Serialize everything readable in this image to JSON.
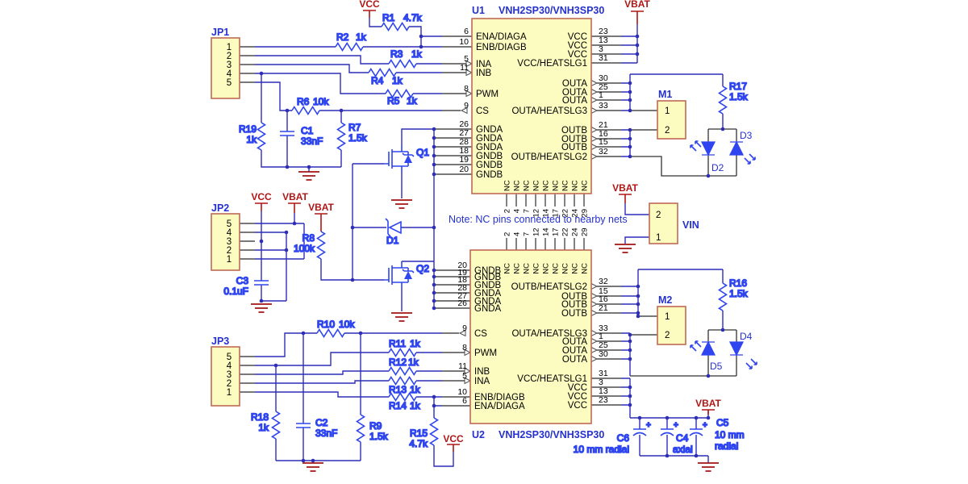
{
  "note": "Note: NC pins connected to nearby nets",
  "power": {
    "vcc": "VCC",
    "vbat": "VBAT"
  },
  "colors": {
    "wire": "#2d2db8",
    "component": "#2f45ef",
    "label": "#2531cd",
    "power_net": "#b01616",
    "ic_fill": "#fcfcc0",
    "ic_border": "#c06a55"
  },
  "ics": {
    "part": "VNH2SP30/VNH3SP30",
    "nc_label": "NC",
    "nc_numbers": [
      "2",
      "4",
      "7",
      "12",
      "14",
      "17",
      "22",
      "24",
      "29"
    ],
    "u1": {
      "ref": "U1",
      "left": [
        {
          "n": "6",
          "name": "ENA/DIAGA"
        },
        {
          "n": "10",
          "name": "ENB/DIAGB"
        },
        {
          "n": "5",
          "name": "INA"
        },
        {
          "n": "11",
          "name": "INB"
        },
        {
          "n": "8",
          "name": "PWM"
        },
        {
          "n": "9",
          "name": "CS"
        },
        {
          "n": "26",
          "name": "GNDA"
        },
        {
          "n": "27",
          "name": "GNDA"
        },
        {
          "n": "28",
          "name": "GNDA"
        },
        {
          "n": "18",
          "name": "GNDB"
        },
        {
          "n": "19",
          "name": "GNDB"
        },
        {
          "n": "20",
          "name": "GNDB"
        }
      ],
      "right": [
        {
          "n": "23",
          "name": "VCC"
        },
        {
          "n": "13",
          "name": "VCC"
        },
        {
          "n": "3",
          "name": "VCC"
        },
        {
          "n": "31",
          "name": "VCC/HEATSLG1"
        },
        {
          "n": "30",
          "name": "OUTA"
        },
        {
          "n": "25",
          "name": "OUTA"
        },
        {
          "n": "1",
          "name": "OUTA"
        },
        {
          "n": "33",
          "name": "OUTA/HEATSLG3"
        },
        {
          "n": "21",
          "name": "OUTB"
        },
        {
          "n": "16",
          "name": "OUTB"
        },
        {
          "n": "15",
          "name": "OUTB"
        },
        {
          "n": "32",
          "name": "OUTB/HEATSLG2"
        }
      ]
    },
    "u2": {
      "ref": "U2",
      "left": [
        {
          "n": "20",
          "name": "GNDB"
        },
        {
          "n": "19",
          "name": "GNDB"
        },
        {
          "n": "18",
          "name": "GNDB"
        },
        {
          "n": "28",
          "name": "GNDA"
        },
        {
          "n": "27",
          "name": "GNDA"
        },
        {
          "n": "26",
          "name": "GNDA"
        },
        {
          "n": "9",
          "name": "CS"
        },
        {
          "n": "8",
          "name": "PWM"
        },
        {
          "n": "11",
          "name": "INB"
        },
        {
          "n": "5",
          "name": "INA"
        },
        {
          "n": "10",
          "name": "ENB/DIAGB"
        },
        {
          "n": "6",
          "name": "ENA/DIAGA"
        }
      ],
      "right": [
        {
          "n": "32",
          "name": "OUTB/HEATSLG2"
        },
        {
          "n": "15",
          "name": "OUTB"
        },
        {
          "n": "16",
          "name": "OUTB"
        },
        {
          "n": "21",
          "name": "OUTB"
        },
        {
          "n": "33",
          "name": "OUTA/HEATSLG3"
        },
        {
          "n": "1",
          "name": "OUTA"
        },
        {
          "n": "25",
          "name": "OUTA"
        },
        {
          "n": "30",
          "name": "OUTA"
        },
        {
          "n": "31",
          "name": "VCC/HEATSLG1"
        },
        {
          "n": "3",
          "name": "VCC"
        },
        {
          "n": "13",
          "name": "VCC"
        },
        {
          "n": "23",
          "name": "VCC"
        }
      ]
    }
  },
  "connectors": {
    "jp1": {
      "ref": "JP1",
      "pins": [
        "1",
        "2",
        "3",
        "4",
        "5"
      ]
    },
    "jp2": {
      "ref": "JP2",
      "pins": [
        "5",
        "4",
        "3",
        "2",
        "1"
      ]
    },
    "jp3": {
      "ref": "JP3",
      "pins": [
        "5",
        "4",
        "3",
        "2",
        "1"
      ]
    },
    "m1": {
      "ref": "M1",
      "pins": [
        "1",
        "2"
      ]
    },
    "m2": {
      "ref": "M2",
      "pins": [
        "1",
        "2"
      ]
    },
    "vin": {
      "ref": "VIN",
      "pins": [
        "2",
        "1"
      ]
    }
  },
  "resistors": {
    "r1": {
      "ref": "R1",
      "value": "4.7k"
    },
    "r2": {
      "ref": "R2",
      "value": "1k"
    },
    "r3": {
      "ref": "R3",
      "value": "1k"
    },
    "r4": {
      "ref": "R4",
      "value": "1k"
    },
    "r5": {
      "ref": "R5",
      "value": "1k"
    },
    "r6": {
      "ref": "R6",
      "value": "10k"
    },
    "r7": {
      "ref": "R7",
      "value": "1.5k"
    },
    "r8": {
      "ref": "R8",
      "value": "100k"
    },
    "r9": {
      "ref": "R9",
      "value": "1.5k"
    },
    "r10": {
      "ref": "R10",
      "value": "10k"
    },
    "r11": {
      "ref": "R11",
      "value": "1k"
    },
    "r12": {
      "ref": "R12",
      "value": "1k"
    },
    "r13": {
      "ref": "R13",
      "value": "1k"
    },
    "r14": {
      "ref": "R14",
      "value": "1k"
    },
    "r15": {
      "ref": "R15",
      "value": "4.7k"
    },
    "r16": {
      "ref": "R16",
      "value": "1.5k"
    },
    "r17": {
      "ref": "R17",
      "value": "1.5k"
    },
    "r18": {
      "ref": "R18",
      "value": "1k"
    },
    "r19": {
      "ref": "R19",
      "value": "1k"
    }
  },
  "capacitors": {
    "plus": "+",
    "c1": {
      "ref": "C1",
      "value": "33nF"
    },
    "c2": {
      "ref": "C2",
      "value": "33nF"
    },
    "c3": {
      "ref": "C3",
      "value": "0.1uF"
    },
    "c4": {
      "ref": "C4",
      "value": "axial"
    },
    "c5": {
      "ref": "C5",
      "value": "10 mm",
      "value2": "radial"
    },
    "c6": {
      "ref": "C6",
      "value": "10 mm radial"
    }
  },
  "diodes": {
    "d1": {
      "ref": "D1"
    },
    "d2": {
      "ref": "D2"
    },
    "d3": {
      "ref": "D3"
    },
    "d4": {
      "ref": "D4"
    },
    "d5": {
      "ref": "D5"
    }
  },
  "transistors": {
    "q1": {
      "ref": "Q1"
    },
    "q2": {
      "ref": "Q2"
    }
  }
}
